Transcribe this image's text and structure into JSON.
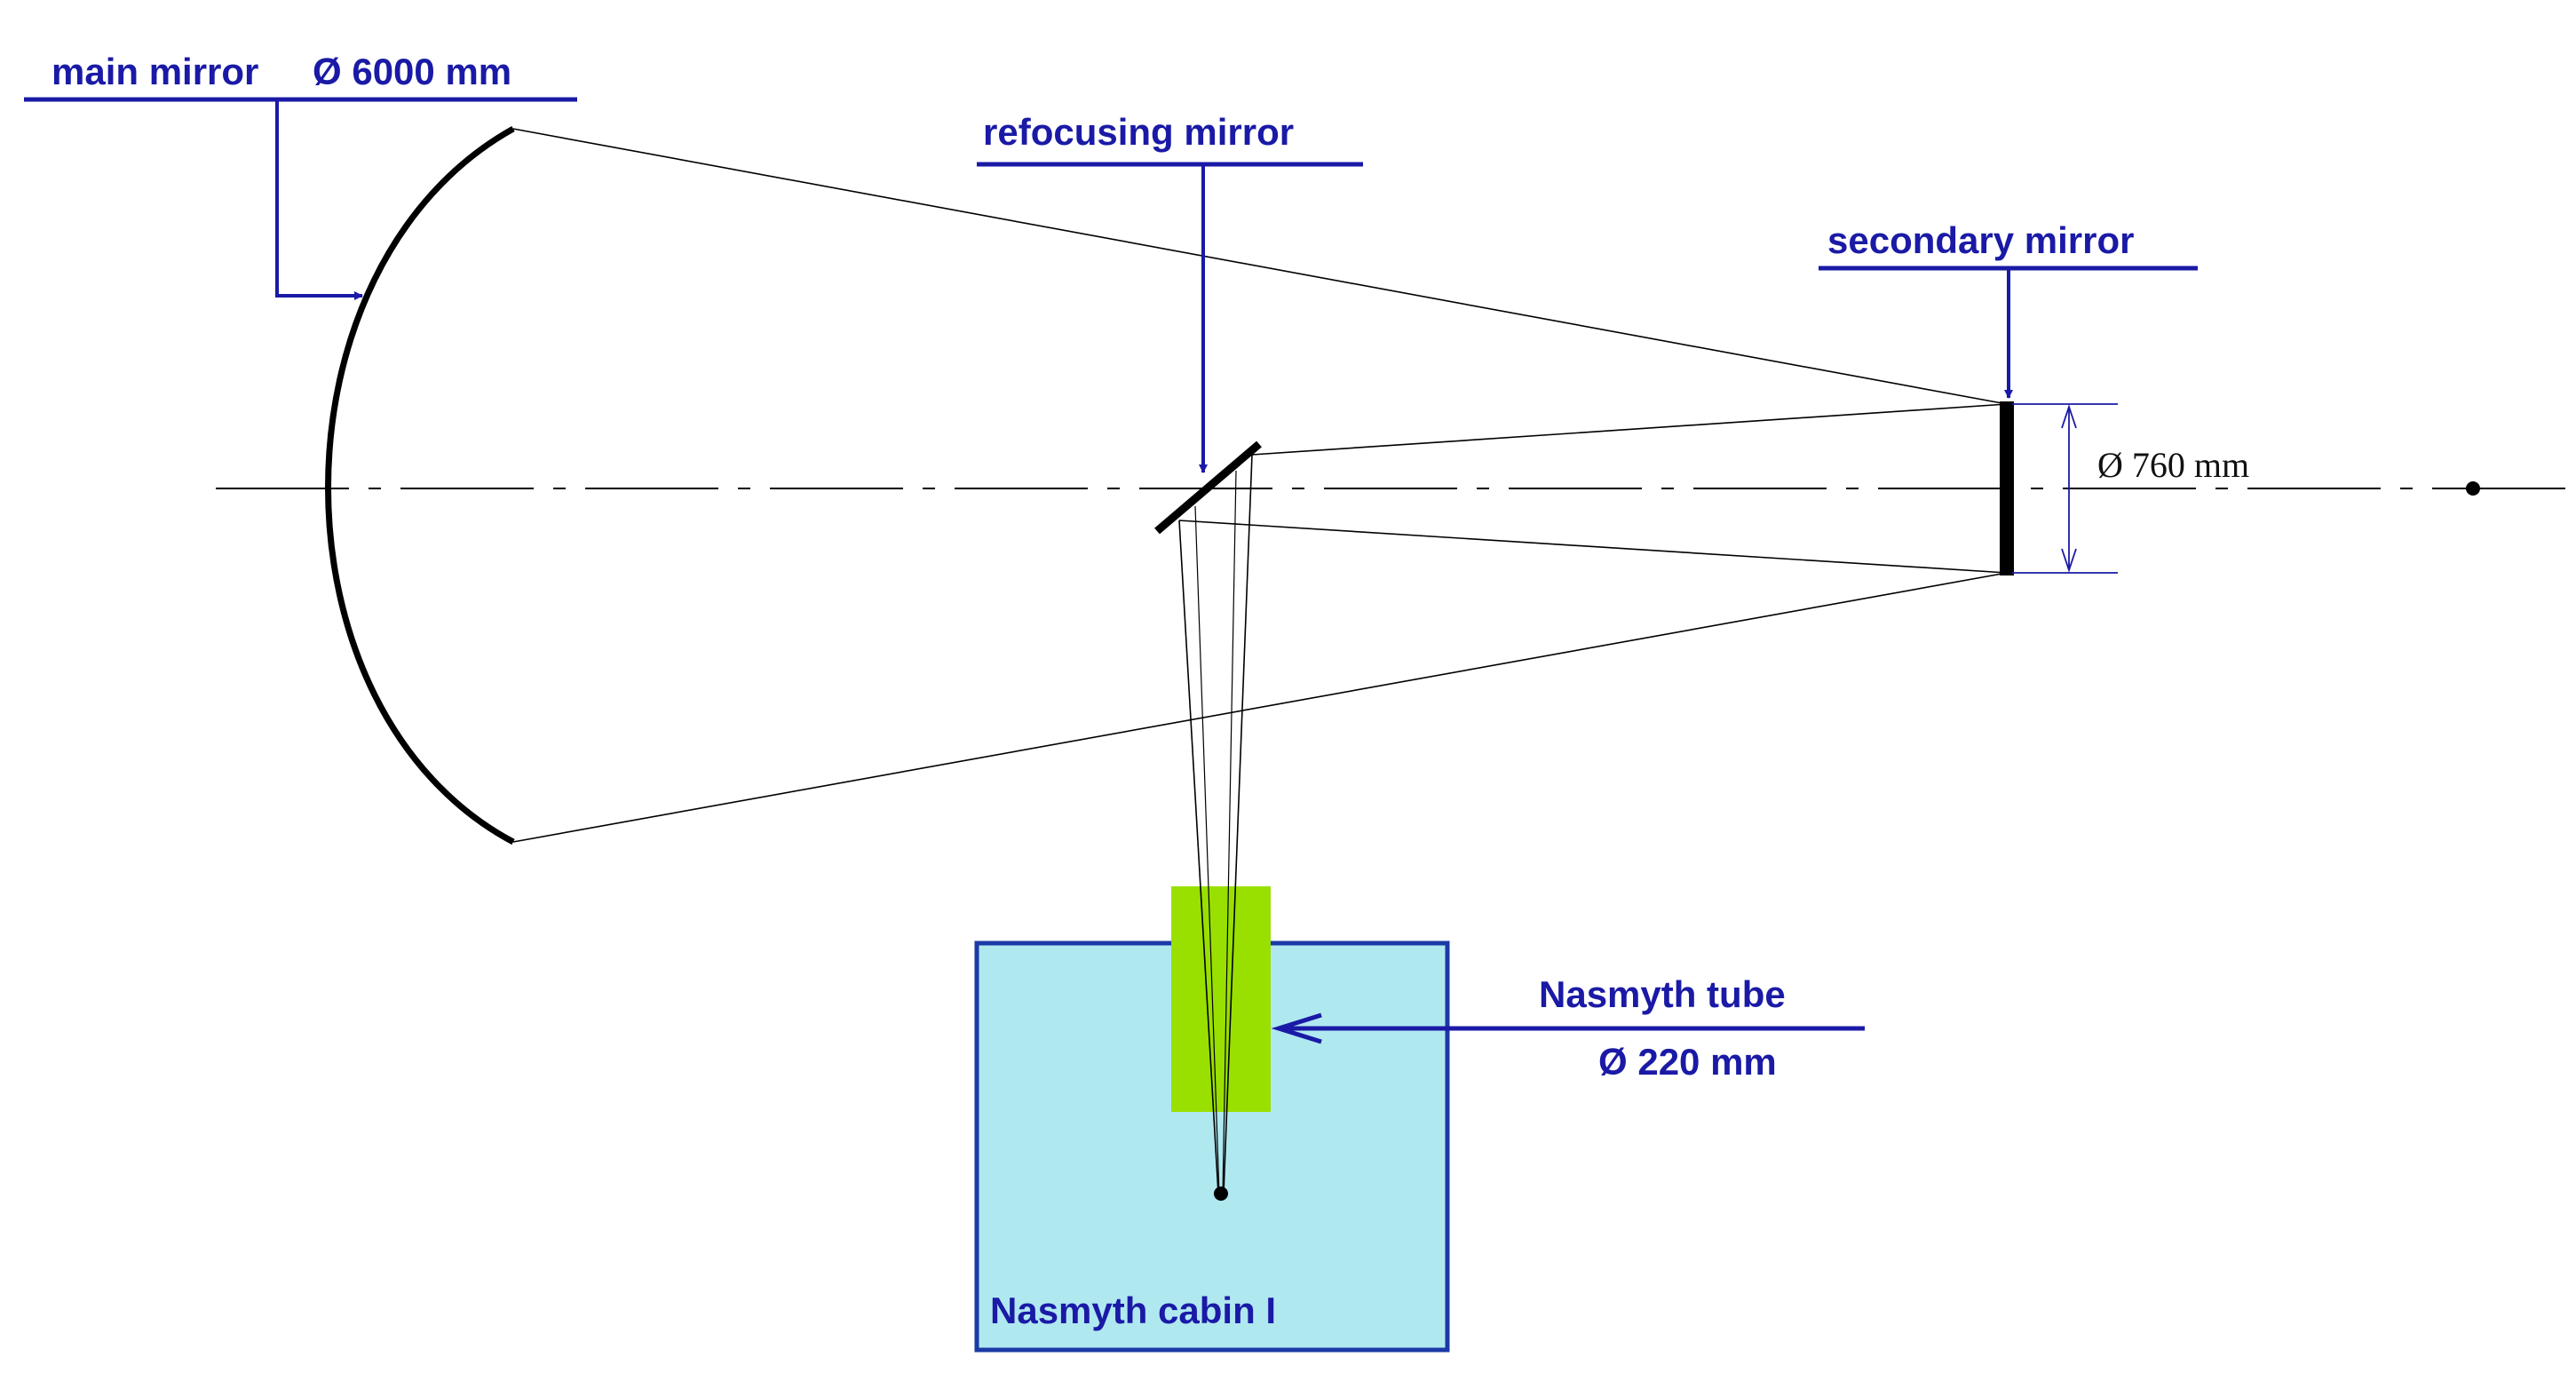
{
  "labels": {
    "main_mirror": "main mirror",
    "main_mirror_diameter": "Ø 6000 mm",
    "refocusing_mirror": "refocusing mirror",
    "secondary_mirror": "secondary mirror",
    "secondary_diameter": "Ø 760 mm",
    "nasmyth_tube": "Nasmyth  tube",
    "nasmyth_tube_diameter": "Ø 220 mm",
    "nasmyth_cabin": "Nasmyth cabin I"
  },
  "colors": {
    "label_blue": "#1a1aa6",
    "leader_blue": "#1a1aa6",
    "cabin_fill": "#b0e8f0",
    "cabin_border": "#1a3aa6",
    "tube_fill": "#99e000",
    "ray_line": "#000000",
    "mirror_black": "#000000"
  },
  "icons": {
    "focus_point": "black-dot",
    "leader_arrow": "arrowhead"
  }
}
